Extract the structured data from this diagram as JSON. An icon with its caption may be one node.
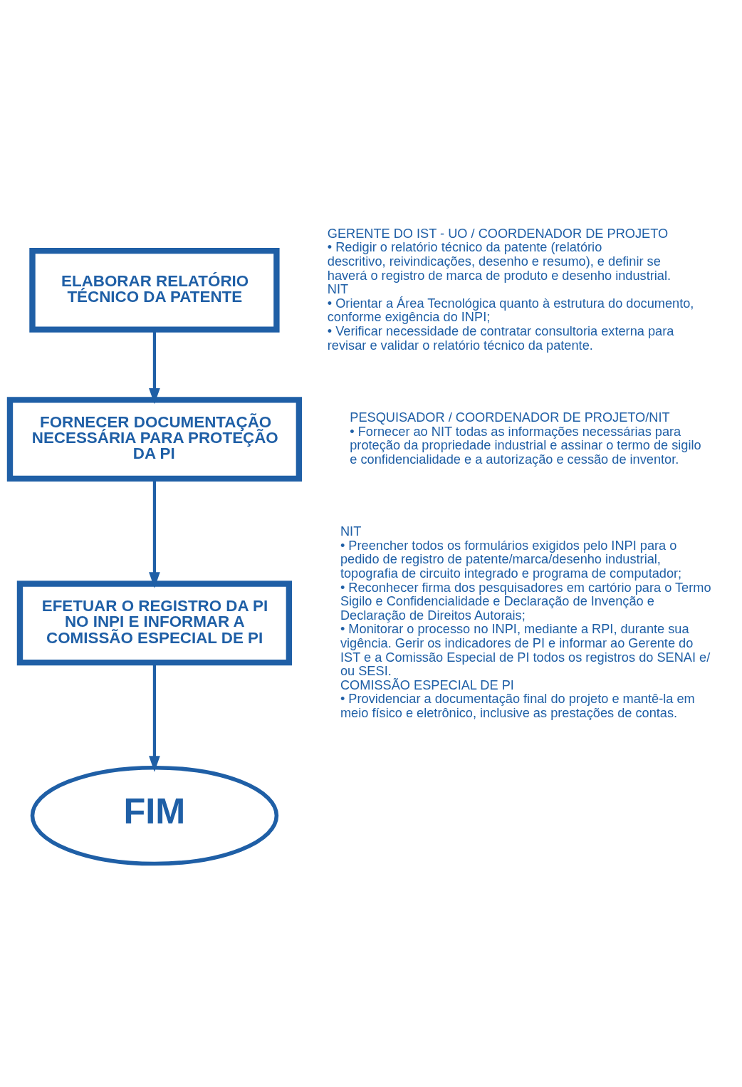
{
  "diagram": {
    "nodes": [
      {
        "text": [
          "ELABORAR RELATÓRIO TÉCNICO DA PATENTE"
        ],
        "beside": [
          "GERENTE DO IST - UO / COORDENADOR DE PROJETO",
          "• Redigir o relatório técnico da patente (relatório descritivo, reivindicações, desenho e resumo), e definir se haverá o registro de marca de produto e desenho industrial.",
          "NIT",
          "• Orientar a Área Tecnológica quanto à estrutura do documento, conforme exigência do INPI;",
          "• Verificar necessidade de contratar consultoria externa para revisar e validar o relatório técnico da patente."
        ]
      },
      {
        "text": [
          "FORNECER DOCUMENTAÇÃO NECESSÁRIA PARA PROTEÇÃO DA PI"
        ],
        "beside": [
          "PESQUISADOR / COORDENADOR DE PROJETO/NIT",
          "• Fornecer ao NIT todas as informações necessárias para proteção da propriedade industrial e assinar o termo de sigilo e confidencialidade e a autorização e cessão de inventor."
        ]
      },
      {
        "text": [
          "EFETUAR O REGISTRO DA PI NO INPI E INFORMAR A COMISSÃO ESPECIAL DE PI"
        ],
        "beside": [
          "NIT",
          "• Preencher todos os formulários exigidos pelo INPI para o pedido de registro de patente/marca/desenho industrial, topografia de circuito integrado e programa de computador;",
          "• Reconhecer firma dos pesquisadores em cartório para o Termo Sigilo e Confidencialidade e Declaração de Invenção e Declaração de Direitos Autorais;",
          "• Monitorar o processo no INPI, mediante a RPI, durante sua vigência. Gerir os indicadores de PI e informar ao Gerente do IST e a Comissão Especial de PI todos os registros do SENAI e/ ou SESI.",
          "COMISSÃO ESPECIAL DE PI",
          "• Providenciar a documentação final do projeto e mantê-la em meio físico e eletrônico, inclusive as prestações de contas."
        ]
      },
      {
        "text": [
          "FIM"
        ]
      }
    ],
    "edges": [
      {
        "from": 0,
        "to": 1,
        "arrow": "to"
      },
      {
        "from": 1,
        "to": 2,
        "arrow": "to"
      },
      {
        "from": 2,
        "to": 3,
        "arrow": "to"
      }
    ]
  }
}
